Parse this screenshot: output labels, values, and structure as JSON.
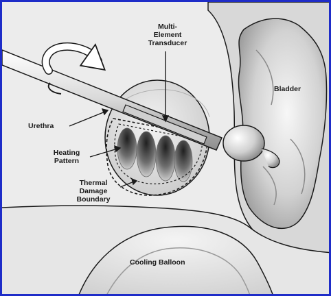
{
  "labels": {
    "transducer": "Multi-\nElement\nTransducer",
    "bladder": "Bladder",
    "urethra": "Urethra",
    "heating": "Heating\nPattern",
    "thermal": "Thermal\nDamage\nBoundary",
    "cooling": "Cooling Balloon"
  },
  "colors": {
    "frame_border": "#1e2cc8",
    "background": "#ececec",
    "tissue_light": "#f2f2f2",
    "tissue_mid": "#bdbdbd",
    "tissue_dark": "#4a4a4a",
    "outline": "#1a1a1a"
  },
  "icons": {
    "rotation": "rotation-arrow-icon"
  }
}
